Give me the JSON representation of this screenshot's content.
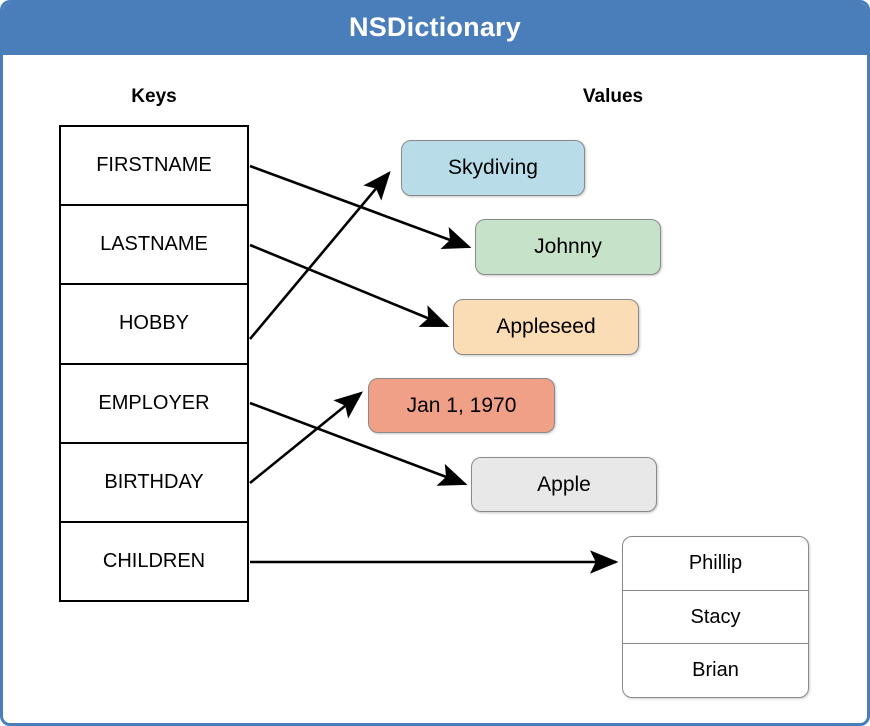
{
  "header": {
    "title": "NSDictionary",
    "background_color": "#4a7ebb",
    "text_color": "#ffffff"
  },
  "columns": {
    "keys_label": "Keys",
    "values_label": "Values"
  },
  "keys": [
    {
      "label": "FIRSTNAME"
    },
    {
      "label": "LASTNAME"
    },
    {
      "label": "HOBBY"
    },
    {
      "label": "EMPLOYER"
    },
    {
      "label": "BIRTHDAY"
    },
    {
      "label": "CHILDREN"
    }
  ],
  "values": [
    {
      "label": "Skydiving",
      "color": "#b8dde8"
    },
    {
      "label": "Johnny",
      "color": "#c6e3c9"
    },
    {
      "label": "Appleseed",
      "color": "#fadcb5"
    },
    {
      "label": "Jan 1, 1970",
      "color": "#f1a088"
    },
    {
      "label": "Apple",
      "color": "#e8e8e8"
    }
  ],
  "children_list": [
    {
      "label": "Phillip"
    },
    {
      "label": "Stacy"
    },
    {
      "label": "Brian"
    }
  ],
  "mappings": [
    {
      "key": "FIRSTNAME",
      "value": "Johnny"
    },
    {
      "key": "LASTNAME",
      "value": "Appleseed"
    },
    {
      "key": "HOBBY",
      "value": "Skydiving"
    },
    {
      "key": "EMPLOYER",
      "value": "Apple"
    },
    {
      "key": "BIRTHDAY",
      "value": "Jan 1, 1970"
    },
    {
      "key": "CHILDREN",
      "value": "Phillip, Stacy, Brian"
    }
  ]
}
